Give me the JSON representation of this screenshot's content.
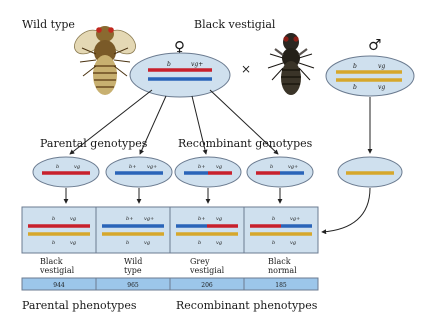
{
  "labels": {
    "wild_type": "Wild type",
    "black_vestigial": "Black vestigial",
    "female_symbol": "♀",
    "male_symbol": "♂",
    "cross_symbol": "×",
    "parental_genotypes": "Parental genotypes",
    "recombinant_genotypes": "Recombinant genotypes",
    "parental_phenotypes": "Parental phenotypes",
    "recombinant_phenotypes": "Recombinant phenotypes"
  },
  "alleles": {
    "b_plus": "b+",
    "b": "b",
    "vg_plus": "vg+",
    "vg": "vg"
  },
  "offspring": [
    {
      "line1": "Black",
      "line2": "vestigial",
      "count": "944"
    },
    {
      "line1": "Wild",
      "line2": "type",
      "count": "965"
    },
    {
      "line1": "Grey",
      "line2": "vestigial",
      "count": "206"
    },
    {
      "line1": "Black",
      "line2": "normal",
      "count": "185"
    }
  ],
  "colors": {
    "red": "#c8202c",
    "blue": "#2a64b8",
    "gold": "#d6a72c",
    "ellipse_fill": "#cfe0ee",
    "count_bar": "#9cc6ea"
  },
  "icons": {
    "wild_fly": "wild-type-fly-icon",
    "black_fly": "black-vestigial-fly-icon"
  }
}
